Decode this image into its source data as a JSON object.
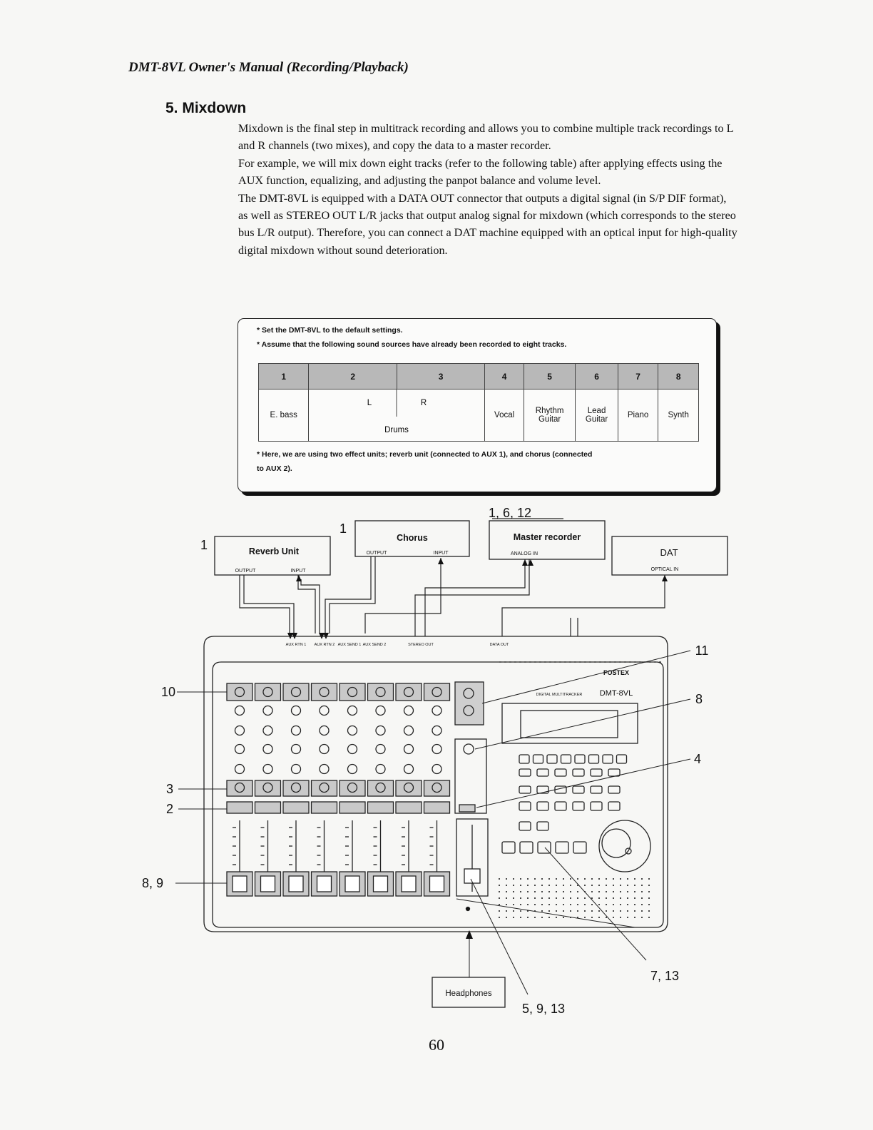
{
  "header": "DMT-8VL Owner's Manual (Recording/Playback)",
  "section_title": "5. Mixdown",
  "paragraphs": [
    "Mixdown is the final step in multitrack recording and allows you to combine multiple track recordings to L and R channels (two mixes), and copy the data to a master recorder.",
    "For example, we will mix down eight tracks (refer to the following table) after applying effects using the AUX function, equalizing, and adjusting the panpot balance and volume level.",
    "The DMT-8VL is equipped with a DATA OUT connector that outputs a digital signal (in S/P DIF format), as well as STEREO OUT L/R jacks that output analog signal for mixdown (which corresponds to the stereo bus L/R output). Therefore, you can connect a DAT machine equipped with an optical input for high-quality digital mixdown without sound deterioration."
  ],
  "notes": {
    "note1": "* Set the DMT-8VL to the default settings.",
    "note2": "* Assume that the following sound sources have already been recorded to eight tracks.",
    "note3_line1": "* Here, we are using two effect units; reverb unit (connected to AUX 1), and chorus (connected",
    "note3_line2": "to AUX 2)."
  },
  "track_table": {
    "headers": [
      "1",
      "2",
      "3",
      "4",
      "5",
      "6",
      "7",
      "8"
    ],
    "cells": {
      "t1": "E. bass",
      "t2": "L",
      "t3": "R",
      "drums": "Drums",
      "t4": "Vocal",
      "t5a": "Rhythm",
      "t5b": "Guitar",
      "t6a": "Lead",
      "t6b": "Guitar",
      "t7": "Piano",
      "t8": "Synth"
    }
  },
  "diagram": {
    "reverb": {
      "title": "Reverb Unit",
      "output": "OUTPUT",
      "input": "INPUT",
      "callout": "1"
    },
    "chorus": {
      "title": "Chorus",
      "output": "OUTPUT",
      "input": "INPUT",
      "callout": "1"
    },
    "master": {
      "title": "Master recorder",
      "port": "ANALOG IN",
      "callout": "1, 6, 12"
    },
    "dat": {
      "title": "DAT",
      "port": "OPTICAL IN"
    },
    "jacks": {
      "aux_rtn1": "AUX RTN 1",
      "aux_rtn2": "AUX RTN 2",
      "aux_send1": "AUX SEND 1",
      "aux_send2": "AUX SEND 2",
      "stereo_out": "STEREO OUT",
      "data_out": "DATA OUT"
    },
    "mixer": {
      "brand": "FOSTEX",
      "model": "DMT-8VL",
      "sub": "DIGITAL MULTITRACKER"
    },
    "headphones": "Headphones",
    "callouts": {
      "c10": "10",
      "c3": "3",
      "c2": "2",
      "c89": "8, 9",
      "c11": "11",
      "c8": "8",
      "c4": "4",
      "c713": "7, 13",
      "c5913": "5, 9, 13"
    }
  },
  "page_number": "60"
}
